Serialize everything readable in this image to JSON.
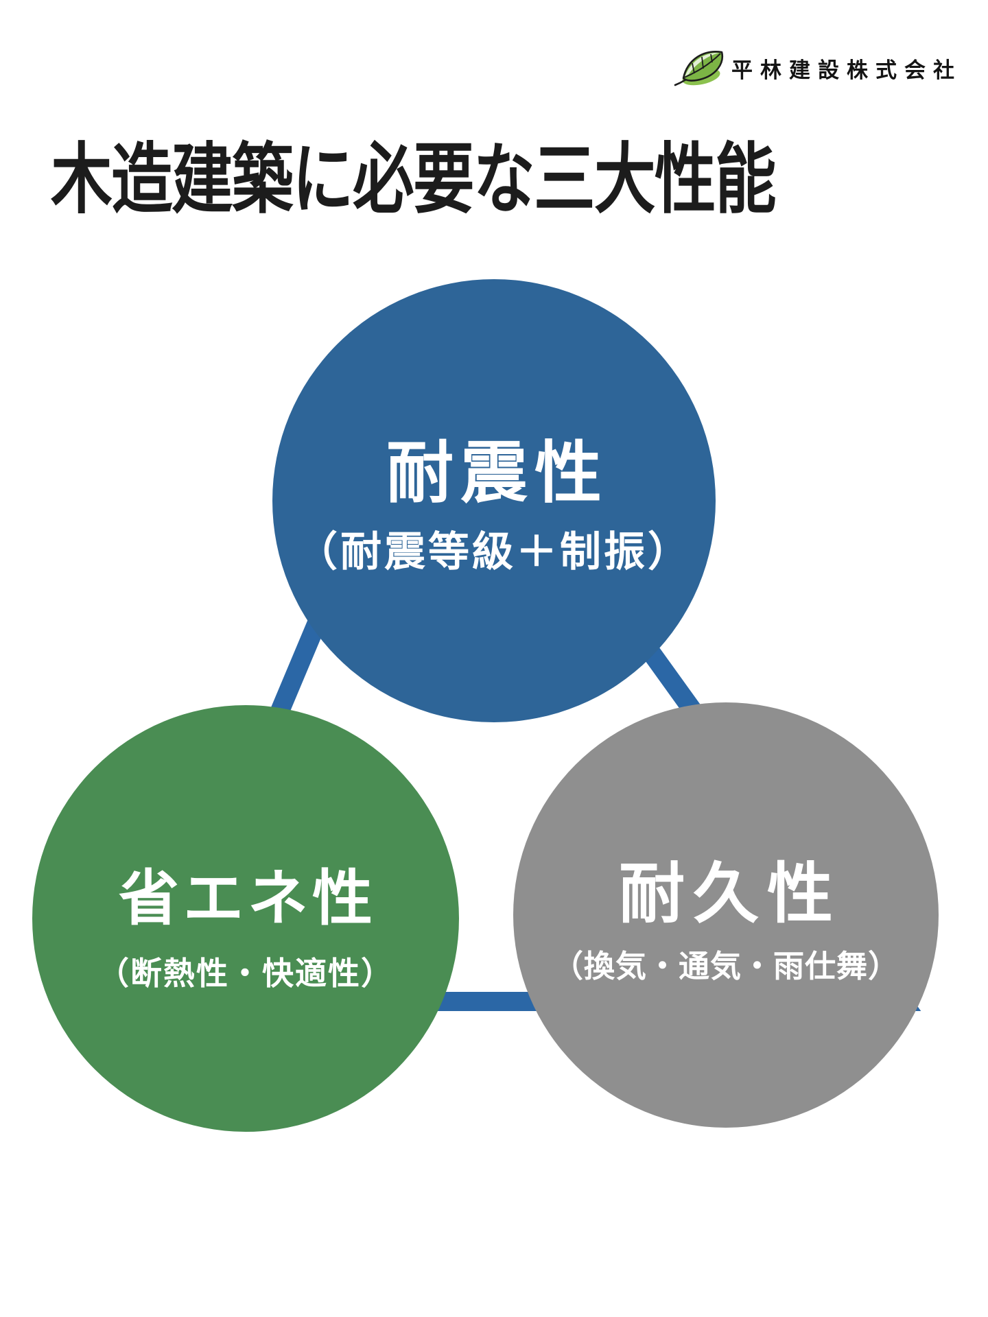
{
  "brand": {
    "company": "平林建設株式会社",
    "leaf_icon": "leaf-logo-icon",
    "leaf_green": "#7cb445",
    "leaf_outline": "#1d1d1d"
  },
  "header": {
    "title": "木造建築に必要な三大性能",
    "ink": "#1c1c1c"
  },
  "diagram": {
    "connector_color": "#2b67a6",
    "circles": [
      {
        "id": "seismic",
        "label": "耐震性",
        "sublabel": "（耐震等級＋制振）",
        "color": "#2e6598",
        "text_color": "#ffffff"
      },
      {
        "id": "energy",
        "label": "省エネ性",
        "sublabel": "（断熱性・快適性）",
        "color": "#4a8d53",
        "text_color": "#ffffff"
      },
      {
        "id": "durability",
        "label": "耐久性",
        "sublabel": "（換気・通気・雨仕舞）",
        "color": "#8f8f8f",
        "text_color": "#ffffff"
      }
    ]
  },
  "colors": {
    "background": "#ffffff"
  }
}
